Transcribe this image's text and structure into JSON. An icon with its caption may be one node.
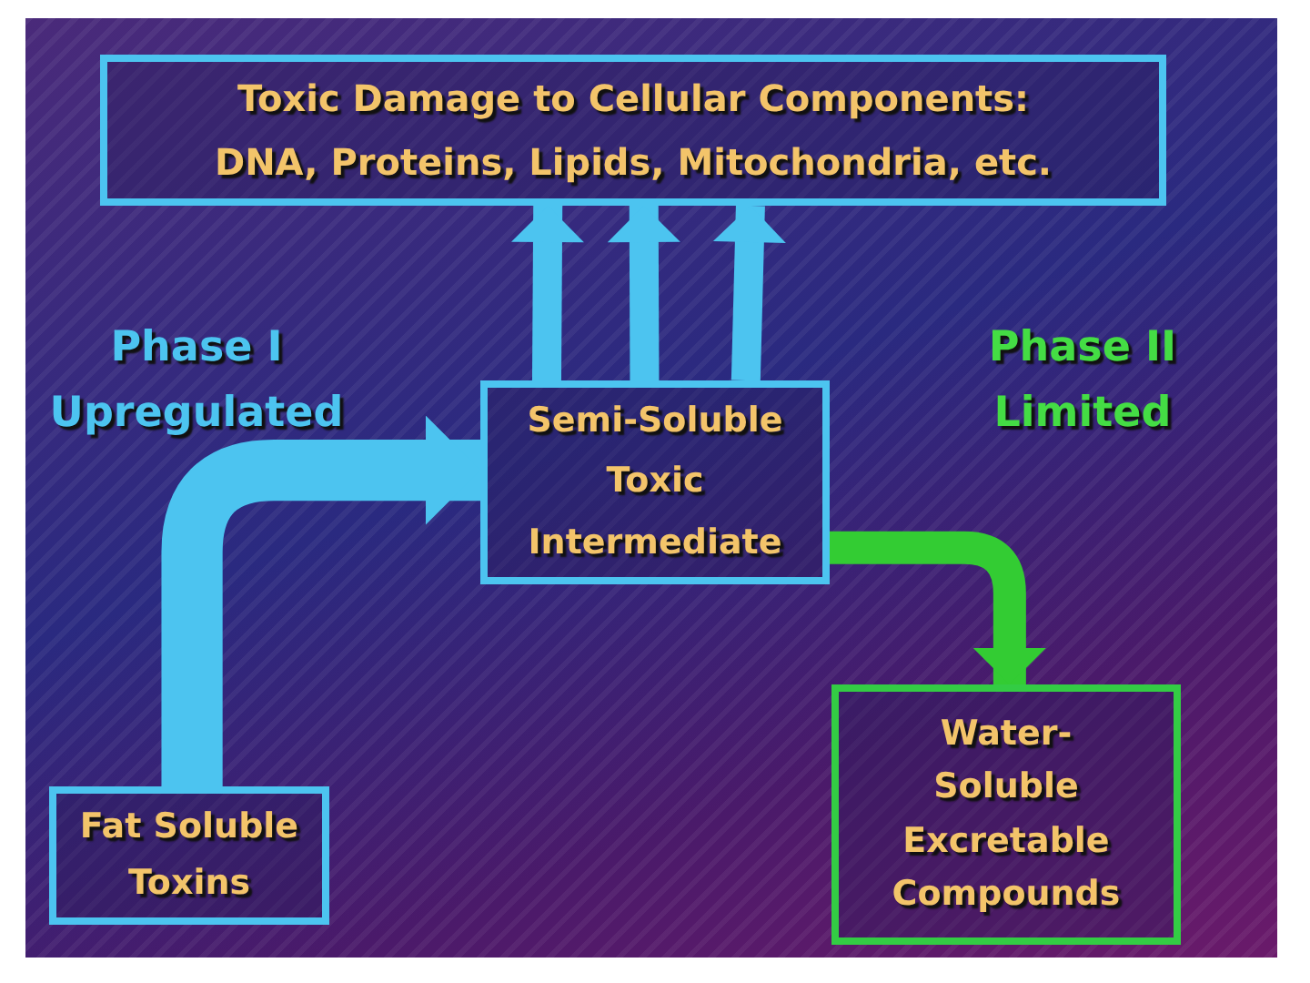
{
  "diagram": {
    "nodes": [
      {
        "text": [
          "Toxic Damage to Cellular Components:",
          "DNA, Proteins, Lipids, Mitochondria, etc."
        ]
      },
      {
        "text": [
          "Semi-Soluble Toxic Intermediate"
        ]
      },
      {
        "text": [
          "Fat Soluble Toxins"
        ]
      },
      {
        "text": [
          "Water- Soluble Excretable Compounds"
        ]
      }
    ],
    "edges": [
      {
        "from": 2,
        "to": 1,
        "arrow": "to",
        "style": "thick"
      },
      {
        "from": 1,
        "to": 0,
        "arrow": "to"
      },
      {
        "from": 1,
        "to": 0,
        "arrow": "to"
      },
      {
        "from": 1,
        "to": 0,
        "arrow": "to"
      },
      {
        "from": 1,
        "to": 3,
        "arrow": "to",
        "color": "#33cc33"
      }
    ],
    "labels": [
      "Phase I Upregulated",
      "Phase II Limited"
    ]
  }
}
